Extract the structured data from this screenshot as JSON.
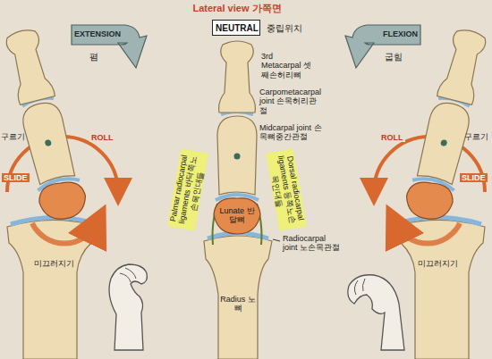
{
  "diagram": {
    "title": "Lateral view 가쪽면",
    "nodes": [
      {
        "text": [
          "NEUTRAL",
          "중립위치"
        ]
      },
      {
        "text": [
          "EXTENSION",
          "폄"
        ]
      },
      {
        "text": [
          "FLEXION",
          "굽힘"
        ]
      },
      {
        "text": [
          "Lunate 반달뼈"
        ]
      }
    ],
    "labels": [
      "3rd Metacarpal 셋째손허리뼈",
      "Carpometacarpal joint 손목허리관절",
      "Midcarpal joint 손목뼈중간관절",
      "Palmar radiocarpal ligaments 바닥쪽노손목인대들",
      "Dorsal radiocarpal ligaments 등쪽노손목인대들",
      "Radiocarpal joint 노손목관절",
      "Radius 노뼈",
      "구르기",
      "ROLL",
      "SLIDE",
      "미끄러지기",
      "ROLL",
      "구르기",
      "SLIDE",
      "미끄러지기"
    ]
  }
}
